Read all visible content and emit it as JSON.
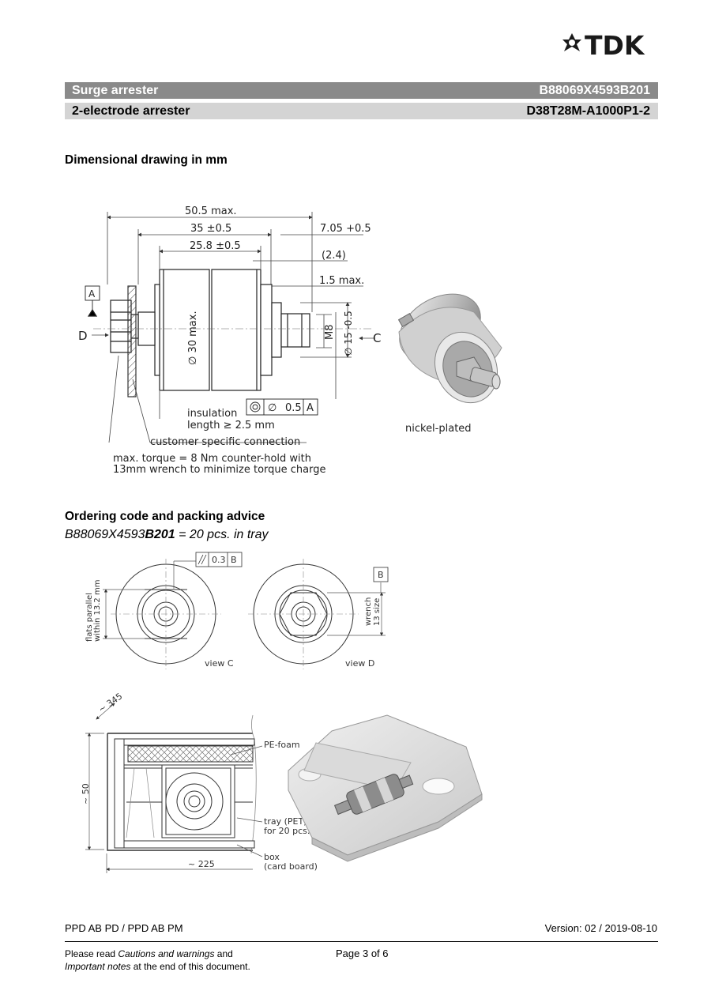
{
  "brand": {
    "logo_text": "TDK"
  },
  "header": {
    "product": "Surge arrester",
    "part_number": "B88069X4593B201",
    "subtitle": "2-electrode arrester",
    "type_code": "D38T28M-A1000P1-2"
  },
  "sections": {
    "drawing_title": "Dimensional drawing in mm",
    "ordering_title": "Ordering code and packing advice"
  },
  "ordering": {
    "code_prefix": "B88069X4593",
    "code_suffix": "B201",
    "code_rest": " = 20 pcs. in tray"
  },
  "drawing1": {
    "dim_overall": "50.5 max.",
    "dim_35": "35 ±0.5",
    "dim_705": "7.05 +0.5",
    "dim_258": "25.8 ±0.5",
    "dim_24": "(2.4)",
    "dim_15max": "1.5 max.",
    "dia_30": "∅ 30 max.",
    "thread": "M8",
    "dia_15": "∅ 15 -0.5",
    "label_a": "A",
    "label_d": "D",
    "label_c": "C",
    "tol_sym": "∅",
    "tol_val": "0.5",
    "tol_ref": "A",
    "insulation_1": "insulation",
    "insulation_2": "length ≥ 2.5 mm",
    "customer": "customer specific connection",
    "torque_1": "max. torque = 8 Nm counter-hold with",
    "torque_2": "13mm wrench to minimize torque charge",
    "finish": "nickel-plated"
  },
  "drawing2": {
    "parallel_tol": "0.3",
    "parallel_ref": "B",
    "flats_1": "flats parallel",
    "flats_2": "within 13.2 mm",
    "datum_b": "B",
    "wrench_1": "wrench",
    "wrench_2": "13 size",
    "view_c": "view C",
    "view_d": "view D"
  },
  "drawing3": {
    "dim_345": "~ 345",
    "dim_50": "~ 50",
    "dim_225": "~ 225",
    "pe_foam": "PE-foam",
    "tray_1": "tray (PET)",
    "tray_2": "for 20 pcs.",
    "box_1": "box",
    "box_2": "(card board)"
  },
  "footer": {
    "dept": "PPD AB PD / PPD AB PM",
    "version": "Version: 02 / 2019-08-10",
    "note_1a": "Please read ",
    "note_1b": "Cautions and warnings",
    "note_1c": " and",
    "note_2a": "Important notes",
    "note_2b": " at the end of this document.",
    "page": "Page 3 of 6"
  }
}
